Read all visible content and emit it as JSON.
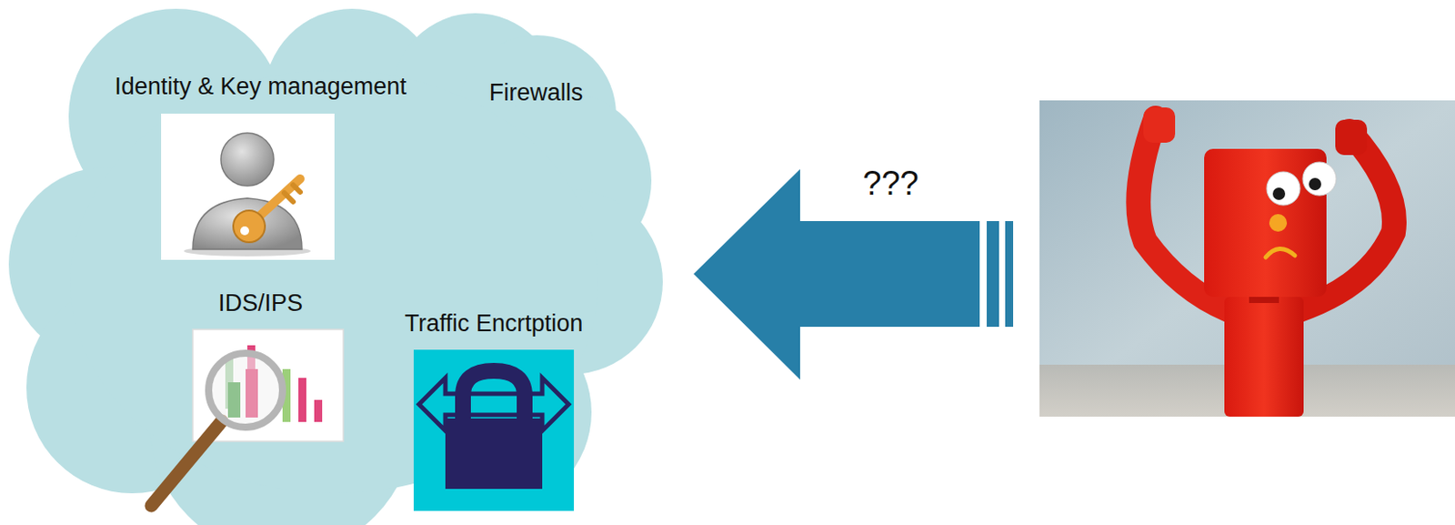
{
  "diagram": {
    "nodes": [
      {
        "text": [
          "Firewalls"
        ]
      },
      {
        "text": [
          "Identity & Key management"
        ],
        "in": 0
      },
      {
        "text": [
          "IDS/IPS"
        ],
        "in": 0
      },
      {
        "text": [
          "Traffic Encrtption"
        ],
        "in": 0
      }
    ],
    "labels": [
      "???"
    ]
  }
}
